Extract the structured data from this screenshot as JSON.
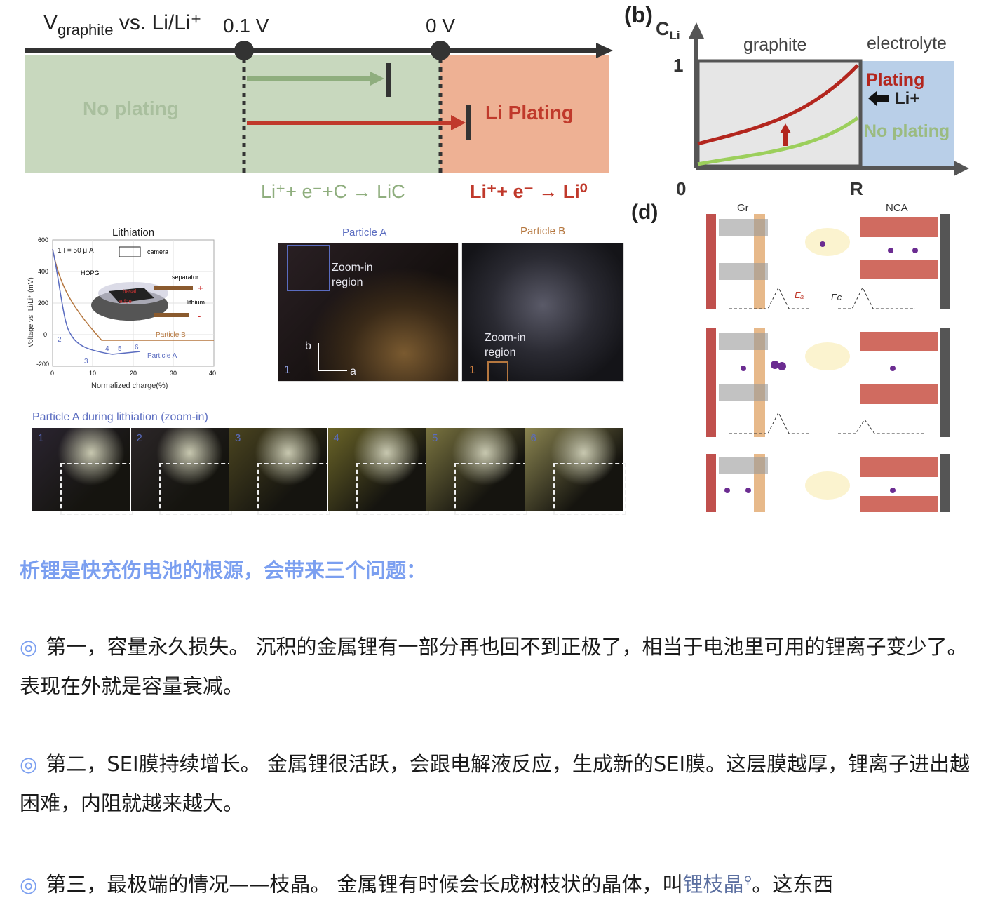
{
  "figure_a": {
    "axis_title_main": "V",
    "axis_title_sub": "graphite",
    "axis_title_rest": " vs. Li/Li⁺",
    "tick_01": "0.1 V",
    "tick_0": "0 V",
    "region_no_plating": "No plating",
    "region_li_plating": "Li Plating",
    "reaction_lic": "Li⁺+ e⁻+C → LiC",
    "reaction_li0": "Li⁺+ e⁻ → Li⁰",
    "colors": {
      "green_region": "#c8d8be",
      "red_region": "#eeb194",
      "green_arrow": "#8fae7e",
      "red_arrow": "#c0392b"
    }
  },
  "figure_b": {
    "panel_label": "(b)",
    "y_label": "C",
    "y_label_sub": "Li",
    "y_tick_1": "1",
    "x_tick_0": "0",
    "x_tick_r": "R",
    "region_graphite": "graphite",
    "region_electrolyte": "electrolyte",
    "plating_label": "Plating",
    "li_label": "Li+",
    "no_plating_label": "No plating"
  },
  "figure_d": {
    "panel_label": "(d)",
    "left_label": "Gr",
    "right_label": "NCA",
    "ea": "Eₐ",
    "ec": "Eᴄ"
  },
  "lithiation_chart": {
    "title": "Lithiation",
    "ylabel": "Voltage vs. Li/Li⁺ (mV)",
    "xlabel": "Normalized charge(%)",
    "y_ticks": [
      "600",
      "400",
      "200",
      "0",
      "-200"
    ],
    "x_ticks": [
      "0",
      "10",
      "20",
      "30",
      "40"
    ],
    "current_label": "1  I = 50 μ A",
    "camera_label": "camera",
    "hopg_label": "HOPG",
    "separator_label": "separator",
    "lithium_label": "lithium",
    "basal_label": "basal",
    "edge_label": "edge",
    "plus": "+",
    "minus": "-",
    "particle_b": "Particle B",
    "particle_a": "Particle A",
    "markers": [
      "2",
      "3",
      "4",
      "5",
      "6"
    ]
  },
  "particle_images": {
    "particle_a_title": "Particle A",
    "particle_b_title": "Particle B",
    "zoom_in_a": "Zoom-in\nregion",
    "zoom_in_b": "Zoom-in\nregion",
    "num_a": "1",
    "num_b": "1",
    "axis_b": "b",
    "axis_a": "a"
  },
  "sequence": {
    "title": "Particle A during lithiation (zoom-in)",
    "frames": [
      "1",
      "2",
      "3",
      "4",
      "5",
      "6"
    ]
  },
  "article": {
    "heading": "析锂是快充伤电池的根源，会带来三个问题：",
    "bullet": "◎",
    "p1": "第一，容量永久损失。 沉积的金属锂有一部分再也回不到正极了，相当于电池里可用的锂离子变少了。表现在外就是容量衰减。",
    "p2": "第二，SEI膜持续增长。 金属锂很活跃，会跟电解液反应，生成新的SEI膜。这层膜越厚，锂离子进出越困难，内阻就越来越大。",
    "p3_before": "第三，最极端的情况——枝晶。 金属锂有时候会长成树枝状的晶体，叫",
    "p3_link": "锂枝晶",
    "p3_after": "。这东西"
  }
}
